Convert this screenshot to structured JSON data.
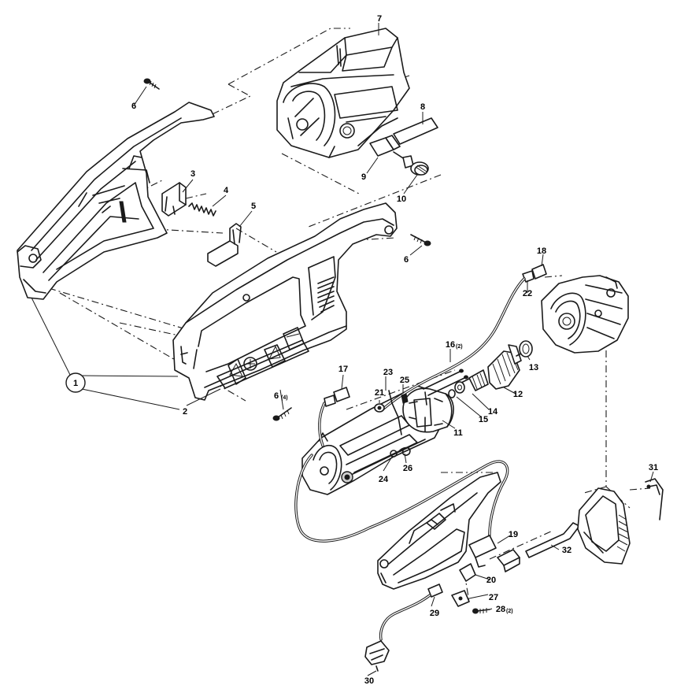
{
  "diagram": {
    "labels": [
      {
        "id": "1",
        "text": "1"
      },
      {
        "id": "2",
        "text": "2"
      },
      {
        "id": "3",
        "text": "3"
      },
      {
        "id": "4",
        "text": "4"
      },
      {
        "id": "5",
        "text": "5"
      },
      {
        "id": "6a",
        "text": "6"
      },
      {
        "id": "6b",
        "text": "6"
      },
      {
        "id": "6c",
        "text": "6",
        "suffix": "(4)"
      },
      {
        "id": "7",
        "text": "7"
      },
      {
        "id": "8",
        "text": "8"
      },
      {
        "id": "9",
        "text": "9"
      },
      {
        "id": "10",
        "text": "10"
      },
      {
        "id": "11",
        "text": "11"
      },
      {
        "id": "12",
        "text": "12"
      },
      {
        "id": "13",
        "text": "13"
      },
      {
        "id": "14",
        "text": "14"
      },
      {
        "id": "15",
        "text": "15"
      },
      {
        "id": "16",
        "text": "16",
        "suffix": "(2)"
      },
      {
        "id": "17",
        "text": "17"
      },
      {
        "id": "18",
        "text": "18"
      },
      {
        "id": "19",
        "text": "19"
      },
      {
        "id": "20",
        "text": "20"
      },
      {
        "id": "21",
        "text": "21"
      },
      {
        "id": "22",
        "text": "22"
      },
      {
        "id": "23",
        "text": "23"
      },
      {
        "id": "24",
        "text": "24"
      },
      {
        "id": "25",
        "text": "25"
      },
      {
        "id": "26",
        "text": "26"
      },
      {
        "id": "27",
        "text": "27"
      },
      {
        "id": "28",
        "text": "28",
        "suffix": "(2)"
      },
      {
        "id": "29",
        "text": "29"
      },
      {
        "id": "30",
        "text": "30"
      },
      {
        "id": "31",
        "text": "31"
      },
      {
        "id": "32",
        "text": "32"
      }
    ]
  }
}
